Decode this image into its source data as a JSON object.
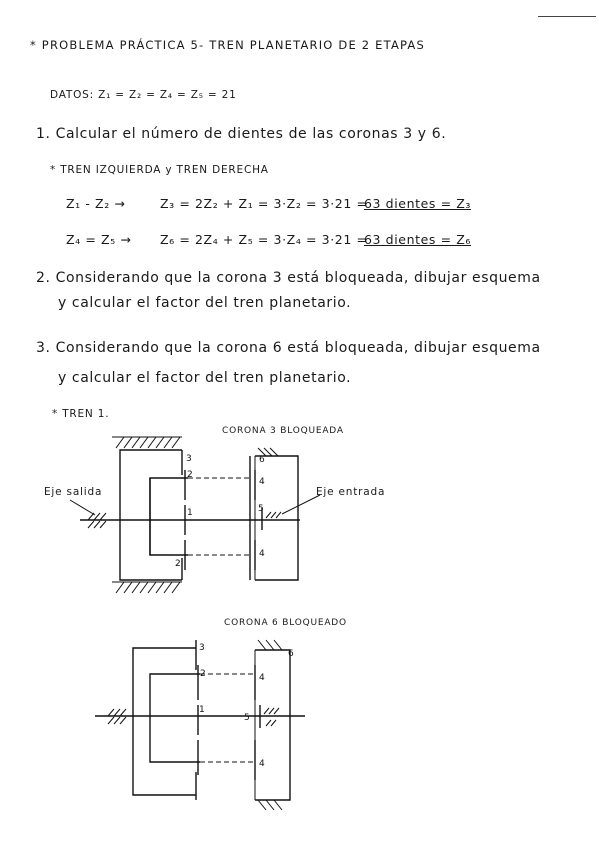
{
  "header": {
    "title": "* PROBLEMA PRÁCTICA 5- TREN PLANETARIO DE 2 ETAPAS",
    "datos": "DATOS: Z₁ = Z₂ = Z₄ = Z₅ = 21"
  },
  "questions": {
    "q1": "1. Calcular el número de dientes de las coronas 3 y 6.",
    "q2_line1": "2. Considerando que la corona 3 está bloqueada, dibujar esquema",
    "q2_line2": "y calcular el factor del tren planetario.",
    "q3_line1": "3. Considerando que la corona 6 está bloqueada, dibujar esquema",
    "q3_line2": "y calcular el factor del tren planetario."
  },
  "solution": {
    "subheading": "* TREN IZQUIERDA y TREN DERECHA",
    "eq1_lhs": "Z₁ - Z₂ →",
    "eq1_rhs": "Z₃ = 2Z₂ + Z₁ = 3·Z₂ = 3·21 =",
    "eq1_result": "63 dientes = Z₃",
    "eq2_lhs": "Z₄ = Z₅ →",
    "eq2_rhs": "Z₆ = 2Z₄ + Z₅ = 3·Z₄ = 3·21 =",
    "eq2_result": "63 dientes = Z₆",
    "tren1": "* TREN 1."
  },
  "diagram1": {
    "caption": "CORONA 3 BLOQUEADA",
    "eje_salida": "Eje salida",
    "eje_entrada": "Eje entrada",
    "labels": [
      "3",
      "2",
      "1",
      "2",
      "6",
      "4",
      "5",
      "4"
    ]
  },
  "diagram2": {
    "caption": "CORONA 6 BLOQUEADO",
    "labels": [
      "3",
      "2",
      "1",
      "6",
      "4",
      "5",
      "4"
    ]
  }
}
